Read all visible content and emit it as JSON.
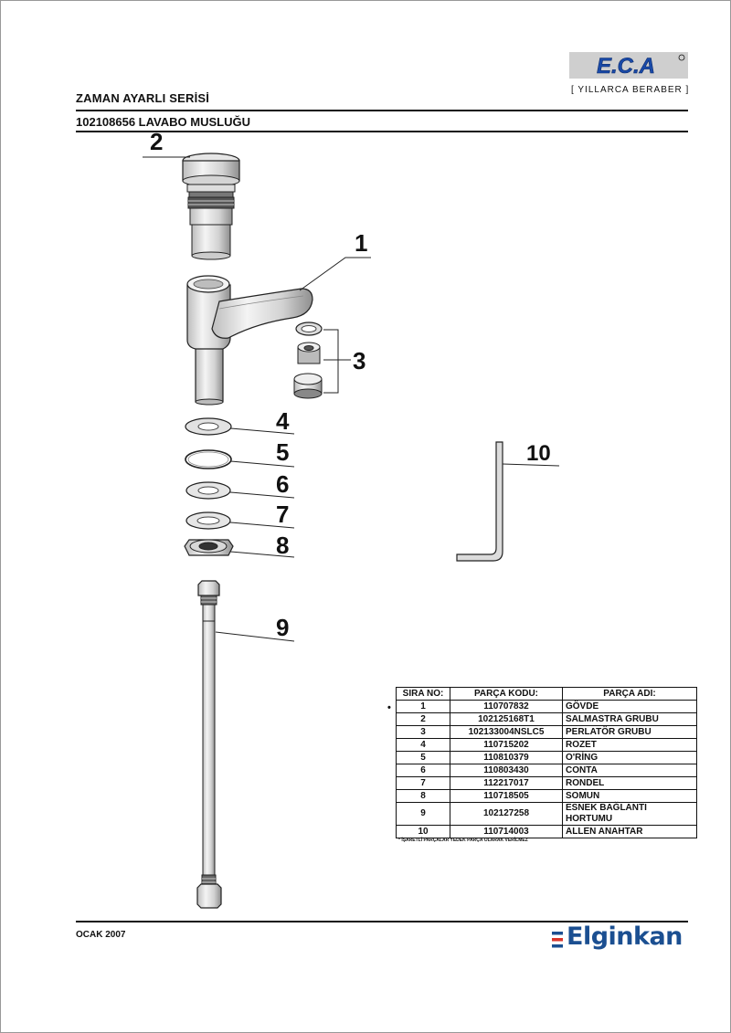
{
  "header": {
    "series_title": "ZAMAN AYARLI SERİSİ",
    "product_title": "102108656 LAVABO MUSLUĞU",
    "brand_logo_text": "E.C.A",
    "brand_tagline": "[ YILLARCA BERABER ]"
  },
  "diagram": {
    "callouts": [
      "1",
      "2",
      "3",
      "4",
      "5",
      "6",
      "7",
      "8",
      "9",
      "10"
    ]
  },
  "parts_table": {
    "headers": [
      "SIRA NO:",
      "PARÇA KODU:",
      "PARÇA ADI:"
    ],
    "marker": "•",
    "rows": [
      {
        "no": "1",
        "code": "110707832",
        "name": "GÖVDE"
      },
      {
        "no": "2",
        "code": "102125168T1",
        "name": "SALMASTRA GRUBU"
      },
      {
        "no": "3",
        "code": "102133004NSLC5",
        "name": "PERLATÖR GRUBU"
      },
      {
        "no": "4",
        "code": "110715202",
        "name": "ROZET"
      },
      {
        "no": "5",
        "code": "110810379",
        "name": "O'RİNG"
      },
      {
        "no": "6",
        "code": "110803430",
        "name": "CONTA"
      },
      {
        "no": "7",
        "code": "112217017",
        "name": "RONDEL"
      },
      {
        "no": "8",
        "code": "110718505",
        "name": "SOMUN"
      },
      {
        "no": "9",
        "code": "102127258",
        "name": "ESNEK BAĞLANTI HORTUMU"
      },
      {
        "no": "10",
        "code": "110714003",
        "name": "ALLEN ANAHTAR"
      }
    ],
    "footnote": "* İŞARETLİ PARÇALAR YEDEK PARÇA OLARAK VERİLMEZ"
  },
  "footer": {
    "date": "OCAK 2007",
    "company": "Elginkan",
    "company_color": "#1b4f91",
    "accent_color": "#d9342b"
  }
}
